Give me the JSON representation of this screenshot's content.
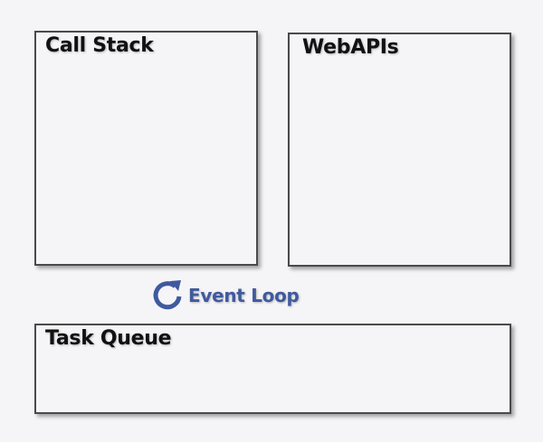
{
  "call_stack": {
    "title": "Call Stack"
  },
  "web_apis": {
    "title": "WebAPIs"
  },
  "event_loop": {
    "label": "Event Loop",
    "icon": "circular-arrow-icon",
    "color": "#3f5a9e"
  },
  "task_queue": {
    "title": "Task Queue"
  }
}
